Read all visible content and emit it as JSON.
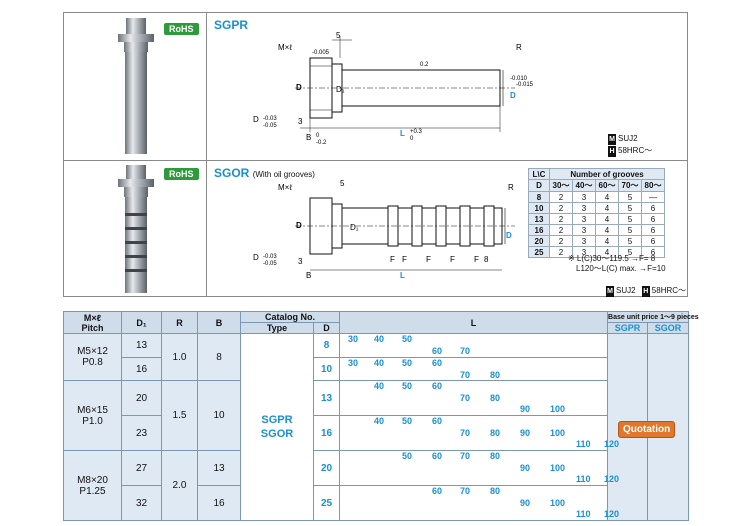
{
  "header": {
    "rohs": "RoHS"
  },
  "sgpr": {
    "title": "SGPR",
    "dims": {
      "mxl": "M×ℓ",
      "five": "5",
      "r": "R",
      "d": "D",
      "d1": "D₁",
      "three": "3",
      "b": "B",
      "l": "L",
      "tol_d_top": "-0.005",
      "tol_d_bot": "-0.010",
      "tol_d_low": "-0.015",
      "tol_low_top": "-0.03",
      "tol_low_bot": "-0.05",
      "tol_b": "-0.2",
      "tol_l_top": "+0.3",
      "tol_l_bot": "0",
      "zero": "0",
      "surf": "0.2"
    },
    "material": [
      {
        "icon": "M",
        "text": "SUJ2"
      },
      {
        "icon": "H",
        "text": "58HRC～"
      }
    ]
  },
  "sgor": {
    "title": "SGOR",
    "subtitle": "(With oil grooves)",
    "f_labels": [
      "F",
      "F",
      "F",
      "F",
      "F"
    ],
    "eight": "8",
    "material": [
      {
        "icon": "M",
        "text": "SUJ2"
      },
      {
        "icon": "H",
        "text": "58HRC～"
      }
    ]
  },
  "grooves": {
    "title": "Number of grooves",
    "lc_label": "L\\C",
    "d_label": "D",
    "cols": [
      "30～",
      "40～",
      "60～",
      "70～",
      "80～"
    ],
    "rows": [
      {
        "d": "8",
        "vals": [
          "2",
          "3",
          "4",
          "5",
          "—"
        ]
      },
      {
        "d": "10",
        "vals": [
          "2",
          "3",
          "4",
          "5",
          "6"
        ]
      },
      {
        "d": "13",
        "vals": [
          "2",
          "3",
          "4",
          "5",
          "6"
        ]
      },
      {
        "d": "16",
        "vals": [
          "2",
          "3",
          "4",
          "5",
          "6"
        ]
      },
      {
        "d": "20",
        "vals": [
          "2",
          "3",
          "4",
          "5",
          "6"
        ]
      },
      {
        "d": "25",
        "vals": [
          "2",
          "3",
          "4",
          "5",
          "6"
        ]
      }
    ],
    "note1": "※ L(C)30～119.5 →F= 8",
    "note2": "L120～L(C) max. →F=10"
  },
  "table": {
    "h_mxl": "M×ℓ",
    "h_pitch": "Pitch",
    "h_d1": "D₁",
    "h_r": "R",
    "h_b": "B",
    "h_catalog": "Catalog No.",
    "h_type": "Type",
    "h_d": "D",
    "h_l": "L",
    "h_price": "Base unit price 1～9 pieces",
    "h_sgpr": "SGPR",
    "h_sgor": "SGOR",
    "catalog1": "SGPR",
    "catalog2": "SGOR",
    "quotation": "Quotation",
    "groups": [
      {
        "mxl": "M5×12",
        "pitch": "P0.8",
        "r": "1.0",
        "b": "8"
      },
      {
        "mxl": "M6×15",
        "pitch": "P1.0",
        "r": "1.5",
        "b": "10"
      },
      {
        "mxl": "M8×20",
        "pitch": "P1.25",
        "r": "2.0"
      }
    ],
    "d1": [
      "13",
      "16",
      "20",
      "23",
      "27",
      "32"
    ],
    "b_split": [
      "13",
      "16"
    ],
    "d": [
      "8",
      "10",
      "13",
      "16",
      "20",
      "25"
    ],
    "l_rows": [
      {
        "top": [
          "30",
          "40",
          "50"
        ],
        "bot": [
          "60",
          "70"
        ]
      },
      {
        "top": [
          "30",
          "40",
          "50",
          "60"
        ],
        "bot": [
          "70",
          "80"
        ]
      },
      {
        "top": [
          "40",
          "50",
          "60"
        ],
        "mid": [
          "70",
          "80"
        ],
        "bot": [
          "90",
          "100"
        ]
      },
      {
        "top": [
          "40",
          "50",
          "60"
        ],
        "mid": [
          "70",
          "80",
          "90",
          "100"
        ],
        "bot": [
          "110",
          "120"
        ]
      },
      {
        "top": [
          "50",
          "60",
          "70",
          "80"
        ],
        "mid": [
          "90",
          "100"
        ],
        "bot": [
          "110",
          "120"
        ]
      },
      {
        "top": [
          "60",
          "70",
          "80"
        ],
        "mid": [
          "90",
          "100"
        ],
        "bot": [
          "110",
          "120"
        ]
      }
    ]
  }
}
